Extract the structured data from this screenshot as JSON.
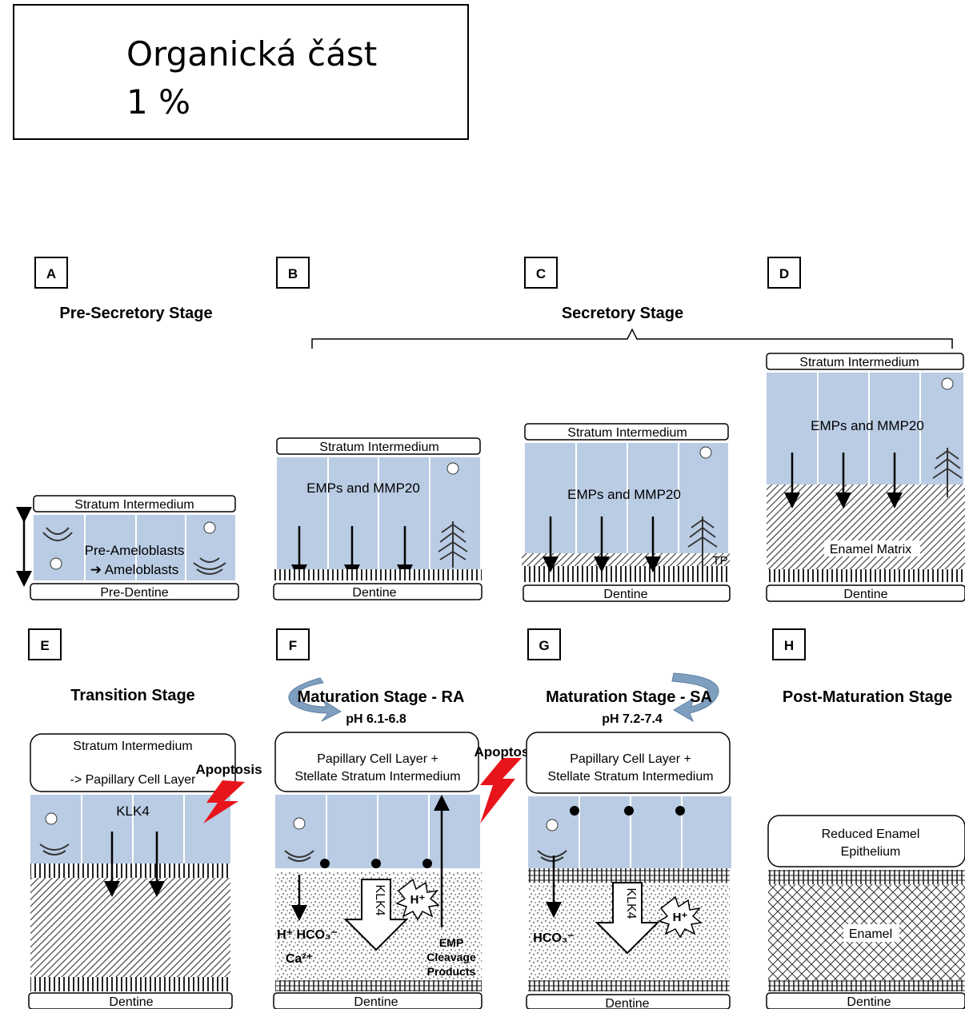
{
  "header": {
    "line1": "Organická část",
    "line2": "1 %"
  },
  "panels": {
    "A": {
      "letter": "A",
      "stage": "Pre-Secretory Stage",
      "top_layer": "Stratum Intermedium",
      "cell_line1": "Pre-Ameloblasts",
      "cell_line2": "➔ Ameloblasts",
      "bottom_layer": "Pre-Dentine"
    },
    "B": {
      "letter": "B",
      "top_layer": "Stratum Intermedium",
      "cell_label": "EMPs and MMP20",
      "bottom_layer": "Dentine"
    },
    "C": {
      "letter": "C",
      "top_layer": "Stratum Intermedium",
      "cell_label": "EMPs and MMP20",
      "tp_label": "TP",
      "bottom_layer": "Dentine"
    },
    "D": {
      "letter": "D",
      "top_layer": "Stratum Intermedium",
      "cell_label": "EMPs and MMP20",
      "matrix_label": "Enamel Matrix",
      "bottom_layer": "Dentine"
    },
    "E": {
      "letter": "E",
      "stage": "Transition Stage",
      "top_line1": "Stratum Intermedium",
      "top_line2": "-> Papillary Cell Layer",
      "apoptosis": "Apoptosis",
      "cell_label": "KLK4",
      "bottom_layer": "Dentine"
    },
    "F": {
      "letter": "F",
      "stage": "Maturation Stage - RA",
      "ph": "pH 6.1-6.8",
      "top_line1": "Papillary Cell Layer +",
      "top_line2": "Stellate Stratum Intermedium",
      "klk": "KLK4",
      "h_plus": "H⁺",
      "ions_line1": "H⁺ HCO₃⁻",
      "ions_line2": "Ca²⁺",
      "emp_line1": "EMP",
      "emp_line2": "Cleavage",
      "emp_line3": "Products",
      "bottom_layer": "Dentine"
    },
    "G": {
      "letter": "G",
      "stage": "Maturation Stage - SA",
      "ph": "pH 7.2-7.4",
      "apoptosis": "Apoptosis",
      "top_line1": "Papillary Cell Layer +",
      "top_line2": "Stellate Stratum Intermedium",
      "klk": "KLK4",
      "h_plus": "H⁺",
      "ions": "HCO₃⁻",
      "bottom_layer": "Dentine"
    },
    "H": {
      "letter": "H",
      "stage": "Post-Maturation Stage",
      "top_line1": "Reduced Enamel",
      "top_line2": "Epithelium",
      "enamel": "Enamel",
      "bottom_layer": "Dentine"
    }
  },
  "secretory_stage": "Secretory Stage",
  "colors": {
    "cell": "#b9cce4",
    "bolt": "#e8141b",
    "rotate": "#7f9fbf"
  }
}
